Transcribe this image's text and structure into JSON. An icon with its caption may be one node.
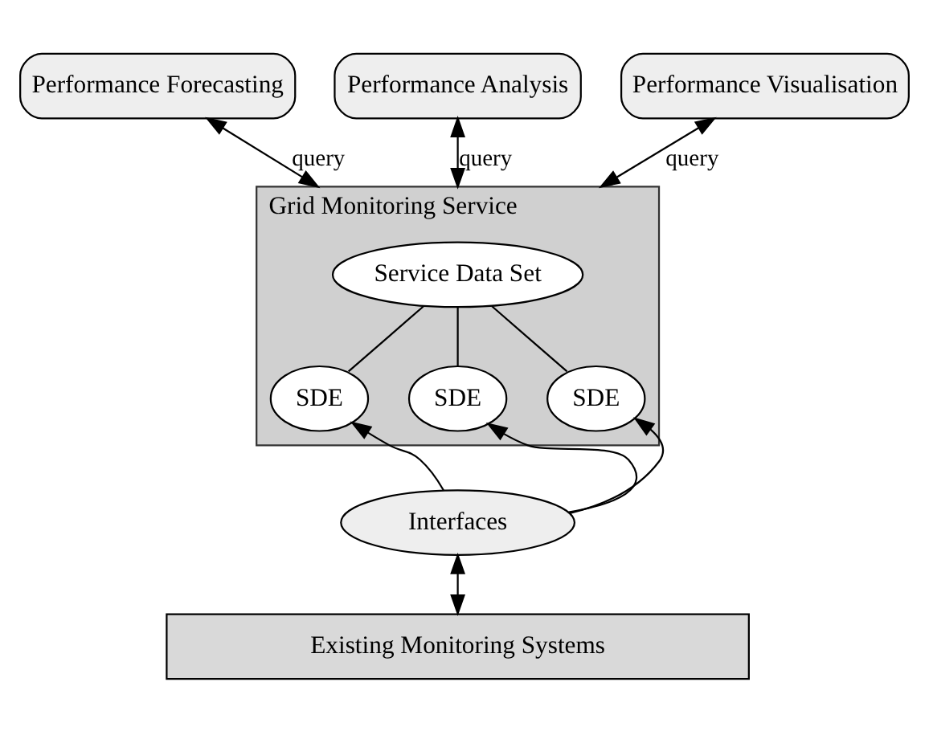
{
  "diagram": {
    "nodes": [
      {
        "text": [
          "Performance Forecasting"
        ]
      },
      {
        "text": [
          "Performance Analysis"
        ]
      },
      {
        "text": [
          "Performance Visualisation"
        ]
      },
      {
        "text": [
          "Grid Monitoring Service"
        ]
      },
      {
        "text": [
          "Service Data Set"
        ],
        "in": 3
      },
      {
        "text": [
          "SDE"
        ],
        "in": 3
      },
      {
        "text": [
          "SDE"
        ],
        "in": 3
      },
      {
        "text": [
          "SDE"
        ],
        "in": 3
      },
      {
        "text": [
          "Interfaces"
        ]
      },
      {
        "text": [
          "Existing Monitoring Systems"
        ]
      }
    ],
    "edges": [
      {
        "from": 0,
        "to": 3,
        "arrow": "both",
        "label": "query"
      },
      {
        "from": 1,
        "to": 3,
        "arrow": "both",
        "label": "query"
      },
      {
        "from": 2,
        "to": 3,
        "arrow": "both",
        "label": "query"
      },
      {
        "from": 4,
        "to": 5,
        "arrow": "none"
      },
      {
        "from": 4,
        "to": 6,
        "arrow": "none"
      },
      {
        "from": 4,
        "to": 7,
        "arrow": "none"
      },
      {
        "from": 8,
        "to": 5,
        "arrow": "to"
      },
      {
        "from": 8,
        "to": 6,
        "arrow": "to"
      },
      {
        "from": 8,
        "to": 7,
        "arrow": "to"
      },
      {
        "from": 8,
        "to": 9,
        "arrow": "both"
      }
    ]
  }
}
